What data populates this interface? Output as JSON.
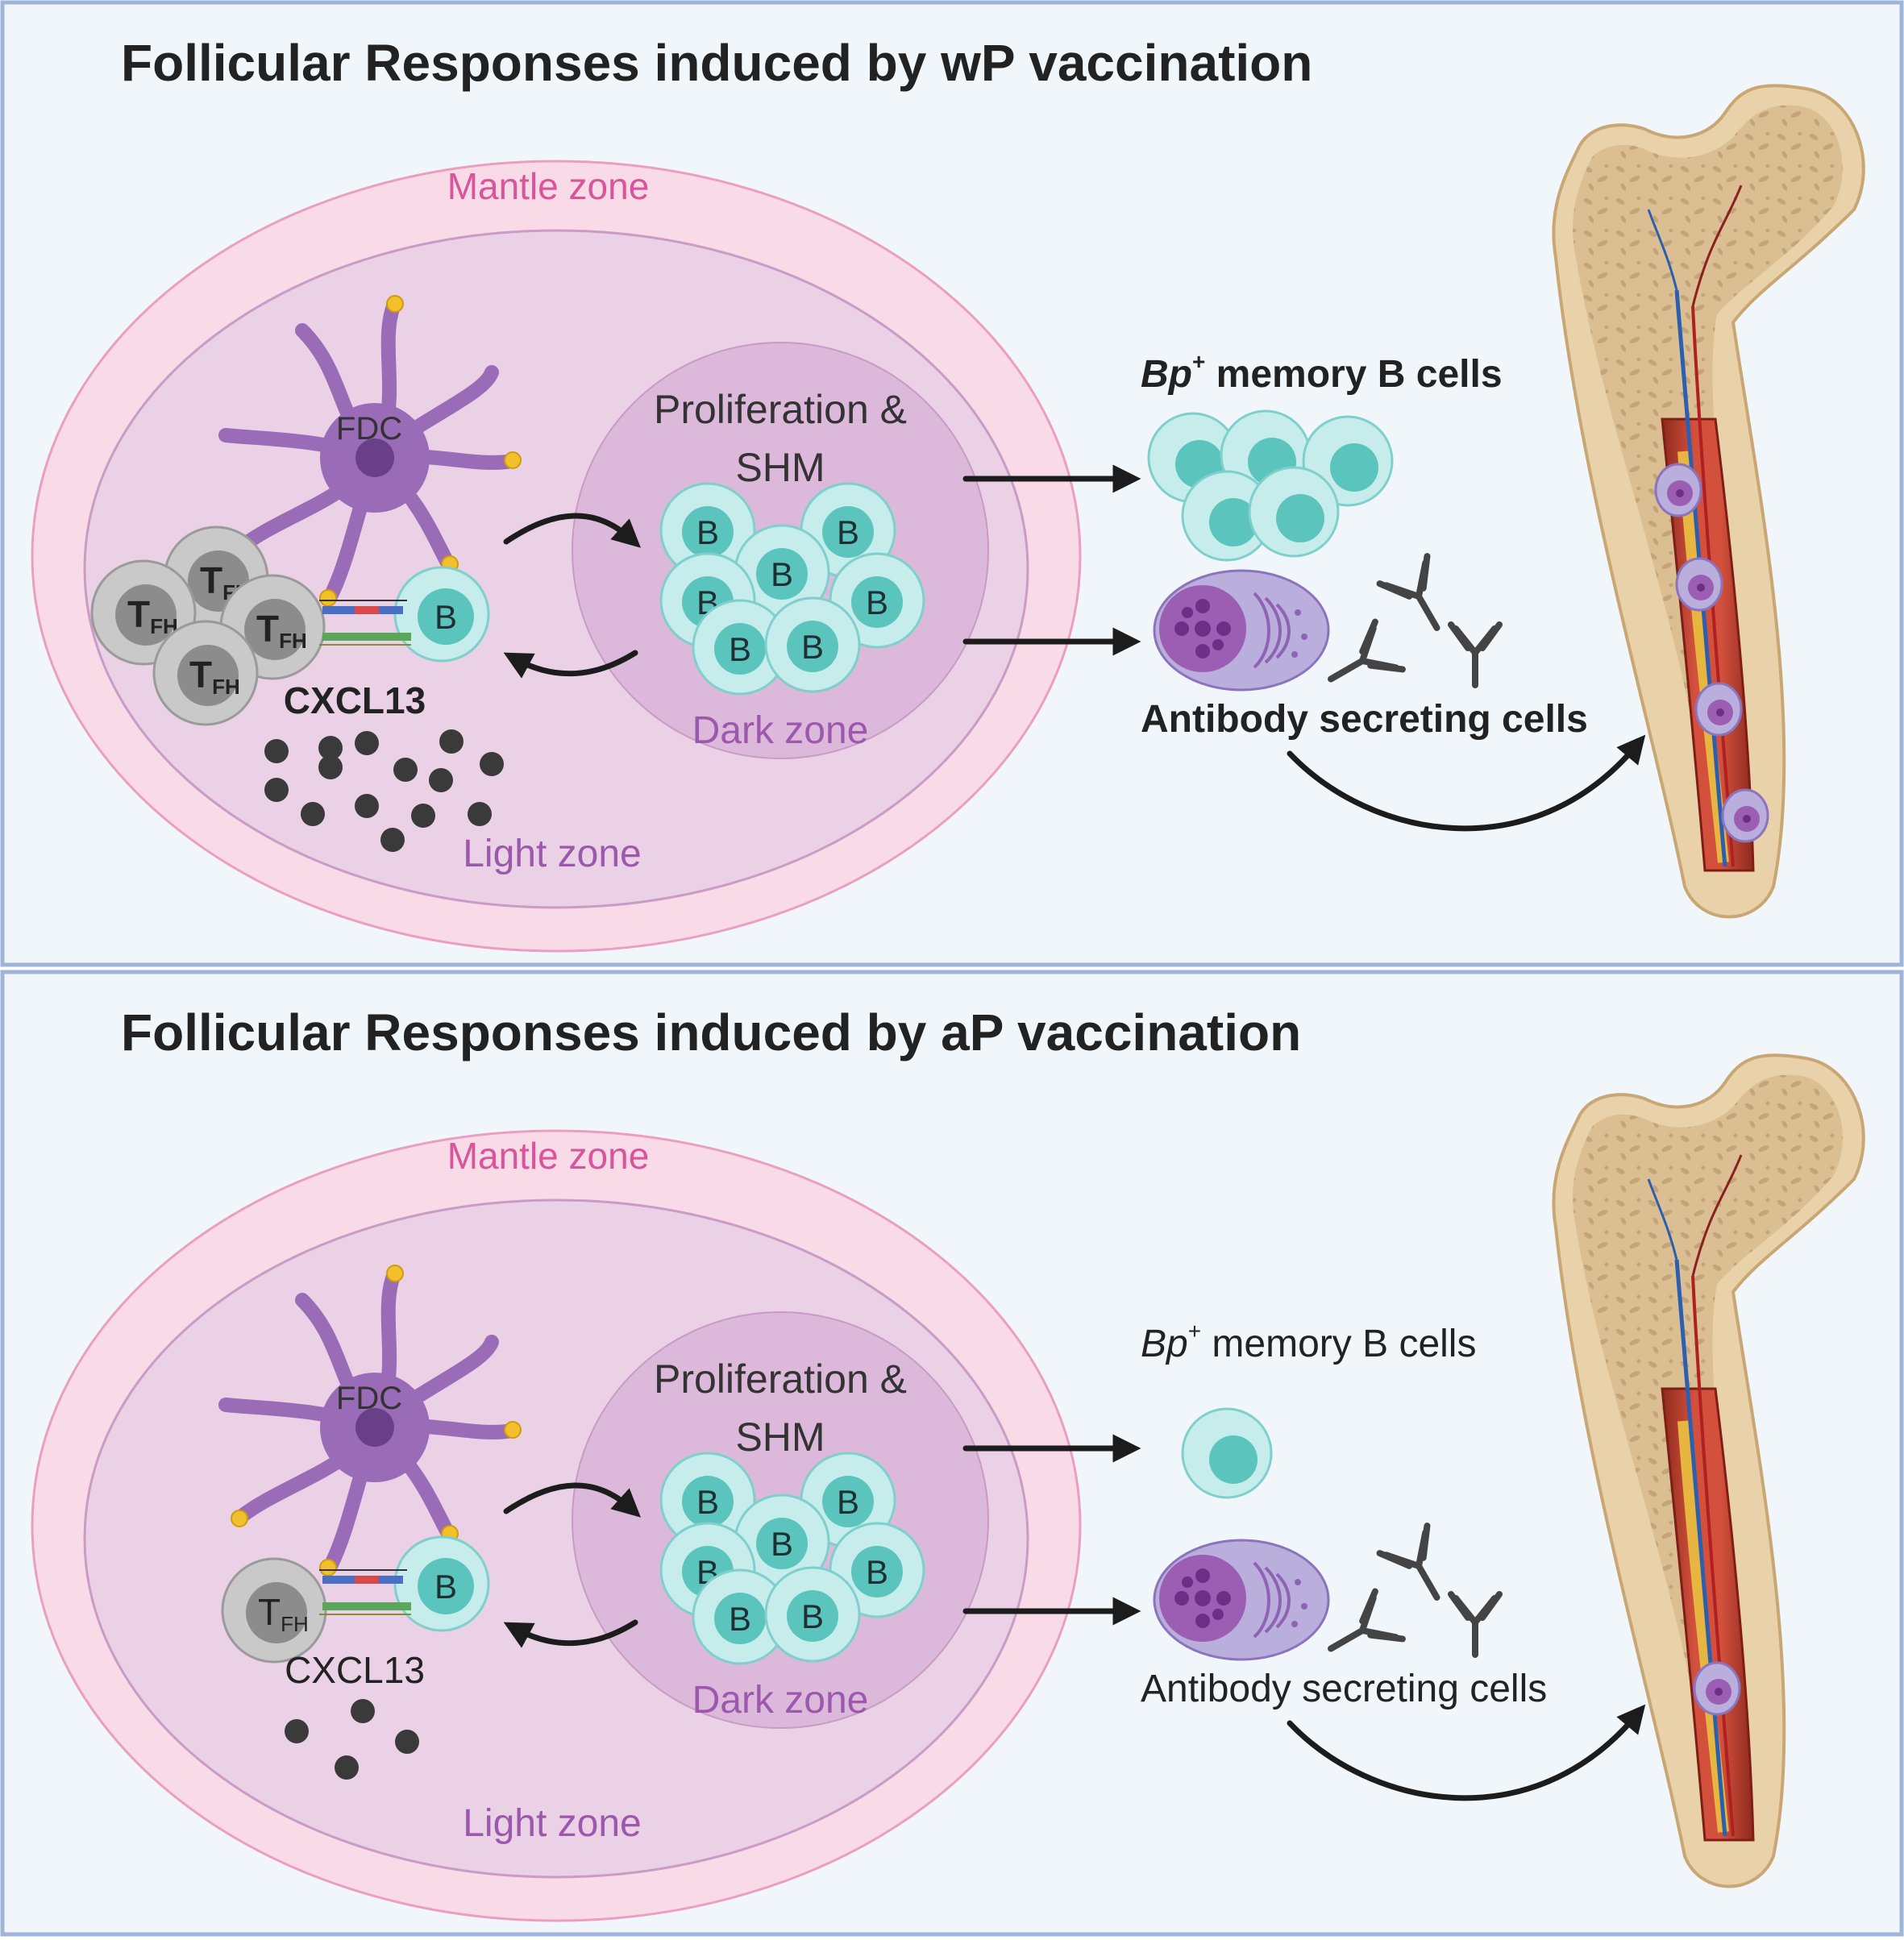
{
  "panels": [
    {
      "title": "Follicular Responses induced by wP vaccination",
      "mantle_zone": "Mantle zone",
      "fdc_label": "FDC",
      "proliferation_line1": "Proliferation &",
      "proliferation_line2": "SHM",
      "dark_zone": "Dark zone",
      "light_zone": "Light zone",
      "b_label": "B",
      "tfh_main": "T",
      "tfh_sub": "FH",
      "cxcl13": "CXCL13",
      "memory_prefix": "Bp",
      "memory_sup": "+",
      "memory_suffix": " memory B cells",
      "asc_label": "Antibody secreting cells"
    },
    {
      "title": "Follicular Responses induced by aP vaccination",
      "mantle_zone": "Mantle zone",
      "fdc_label": "FDC",
      "proliferation_line1": "Proliferation &",
      "proliferation_line2": "SHM",
      "dark_zone": "Dark zone",
      "light_zone": "Light zone",
      "b_label": "B",
      "tfh_main": "T",
      "tfh_sub": "FH",
      "cxcl13": "CXCL13",
      "memory_prefix": "Bp",
      "memory_sup": "+",
      "memory_suffix": " memory B cells",
      "asc_label": "Antibody secreting cells"
    }
  ],
  "colors": {
    "panel_bg": "#f1f6fb",
    "panel_border": "#9fb4d8",
    "mantle": "#f9dbe8",
    "follicle": "#ead1e6",
    "dark_zone": "#dcb9db",
    "b_cell": "#c6ecec",
    "b_nucleus": "#5bc5bd",
    "fdc": "#9a6bb7",
    "bone": "#e9d2a9"
  }
}
